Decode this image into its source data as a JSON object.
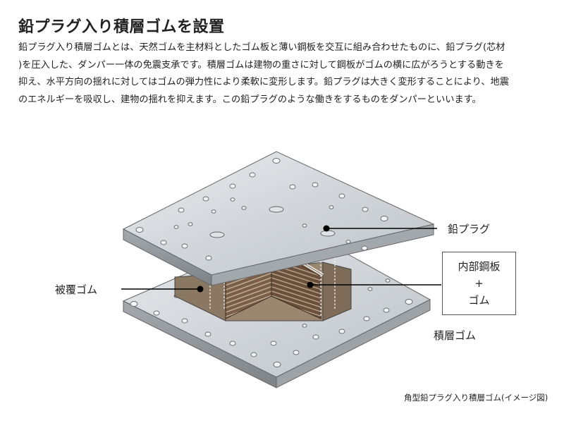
{
  "title": "鉛プラグ入り積層ゴムを設置",
  "description_lines": [
    "鉛プラグ入り積層ゴムとは、天然ゴムを主材料としたゴム板と薄い鋼板を交互に組み合わせたものに、鉛プラグ(芯材",
    ")を圧入した、ダンパー一体の免震支承です。積層ゴムは建物の重さに対して鋼板がゴムの横に広がろうとする動きを",
    "抑え、水平方向の揺れに対してはゴムの弾力性により柔軟に変形します。鉛プラグは大きく変形することにより、地震",
    "のエネルギーを吸収し、建物の揺れを抑えます。この鉛プラグのような働きをするものをダンパーといいます。"
  ],
  "labels": {
    "lead_plug": "鉛プラグ",
    "inner_line1": "内部鋼板",
    "inner_plus": "+",
    "inner_line2": "ゴム",
    "cover_rubber": "被覆ゴム",
    "laminated_rubber": "積層ゴム"
  },
  "caption": "角型鉛プラグ入り積層ゴム(イメージ図)",
  "colors": {
    "plate_top": "#d6dadd",
    "plate_edge": "#8f9499",
    "rubber": "#8a7660",
    "layers": "#6e5440",
    "steel_layer": "#c9b9a4"
  }
}
